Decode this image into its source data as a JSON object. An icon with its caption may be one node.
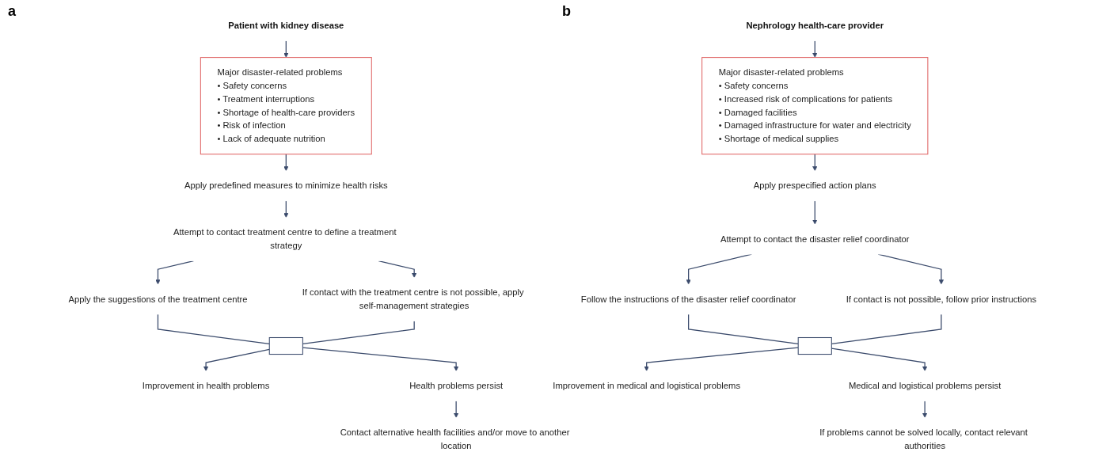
{
  "diagram": {
    "nodes": [
      {
        "text": [
          "Patient with kidney disease"
        ]
      },
      {
        "text": [
          "Major disaster-related problems",
          "• Safety concerns",
          "• Treatment interruptions",
          "• Shortage of health-care providers",
          "• Risk of infection",
          "• Lack of adequate nutrition"
        ]
      },
      {
        "text": [
          "Apply predefined measures to minimize health risks"
        ]
      },
      {
        "text": [
          "Attempt to contact treatment centre to define a treatment strategy"
        ]
      },
      {
        "text": [
          "Apply the suggestions of the treatment centre"
        ]
      },
      {
        "text": [
          "If contact with the treatment centre is not possible, apply self-management strategies"
        ]
      },
      {
        "text": [],
        "shape": "bar"
      },
      {
        "text": [
          "Improvement in health problems"
        ]
      },
      {
        "text": [
          "Health problems persist"
        ]
      },
      {
        "text": [
          "Contact alternative health facilities and/or move to another location"
        ]
      },
      {
        "text": [
          "Nephrology health-care provider"
        ]
      },
      {
        "text": [
          "Major disaster-related problems",
          "• Safety concerns",
          "• Increased risk of complications for patients",
          "• Damaged facilities",
          "• Damaged infrastructure for water and electricity",
          "• Shortage of medical supplies"
        ]
      },
      {
        "text": [
          "Apply prespecified action plans"
        ]
      },
      {
        "text": [
          "Attempt to contact the disaster relief coordinator"
        ]
      },
      {
        "text": [
          "Follow the instructions of the disaster relief coordinator"
        ]
      },
      {
        "text": [
          "If contact is not possible, follow prior instructions"
        ]
      },
      {
        "text": [],
        "shape": "bar"
      },
      {
        "text": [
          "Improvement in medical and logistical problems"
        ]
      },
      {
        "text": [
          "Medical and logistical problems persist"
        ]
      },
      {
        "text": [
          "If problems cannot be solved locally, contact relevant authorities"
        ]
      }
    ],
    "edges": [
      {
        "from": 0,
        "to": 1,
        "arrow": "to"
      },
      {
        "from": 1,
        "to": 2,
        "arrow": "to"
      },
      {
        "from": 2,
        "to": 3,
        "arrow": "to"
      },
      {
        "from": 3,
        "to": 4,
        "arrow": "to"
      },
      {
        "from": 3,
        "to": 5,
        "arrow": "to"
      },
      {
        "from": 4,
        "to": 6,
        "arrow": "none"
      },
      {
        "from": 5,
        "to": 6,
        "arrow": "none"
      },
      {
        "from": 6,
        "to": 7,
        "arrow": "to"
      },
      {
        "from": 6,
        "to": 8,
        "arrow": "to"
      },
      {
        "from": 8,
        "to": 9,
        "arrow": "to"
      },
      {
        "from": 10,
        "to": 11,
        "arrow": "to"
      },
      {
        "from": 11,
        "to": 12,
        "arrow": "to"
      },
      {
        "from": 12,
        "to": 13,
        "arrow": "to"
      },
      {
        "from": 13,
        "to": 14,
        "arrow": "to"
      },
      {
        "from": 13,
        "to": 15,
        "arrow": "to"
      },
      {
        "from": 14,
        "to": 16,
        "arrow": "none"
      },
      {
        "from": 15,
        "to": 16,
        "arrow": "none"
      },
      {
        "from": 16,
        "to": 17,
        "arrow": "to"
      },
      {
        "from": 16,
        "to": 18,
        "arrow": "to"
      },
      {
        "from": 18,
        "to": 19,
        "arrow": "to"
      }
    ],
    "labels": [
      "a",
      "b"
    ]
  }
}
